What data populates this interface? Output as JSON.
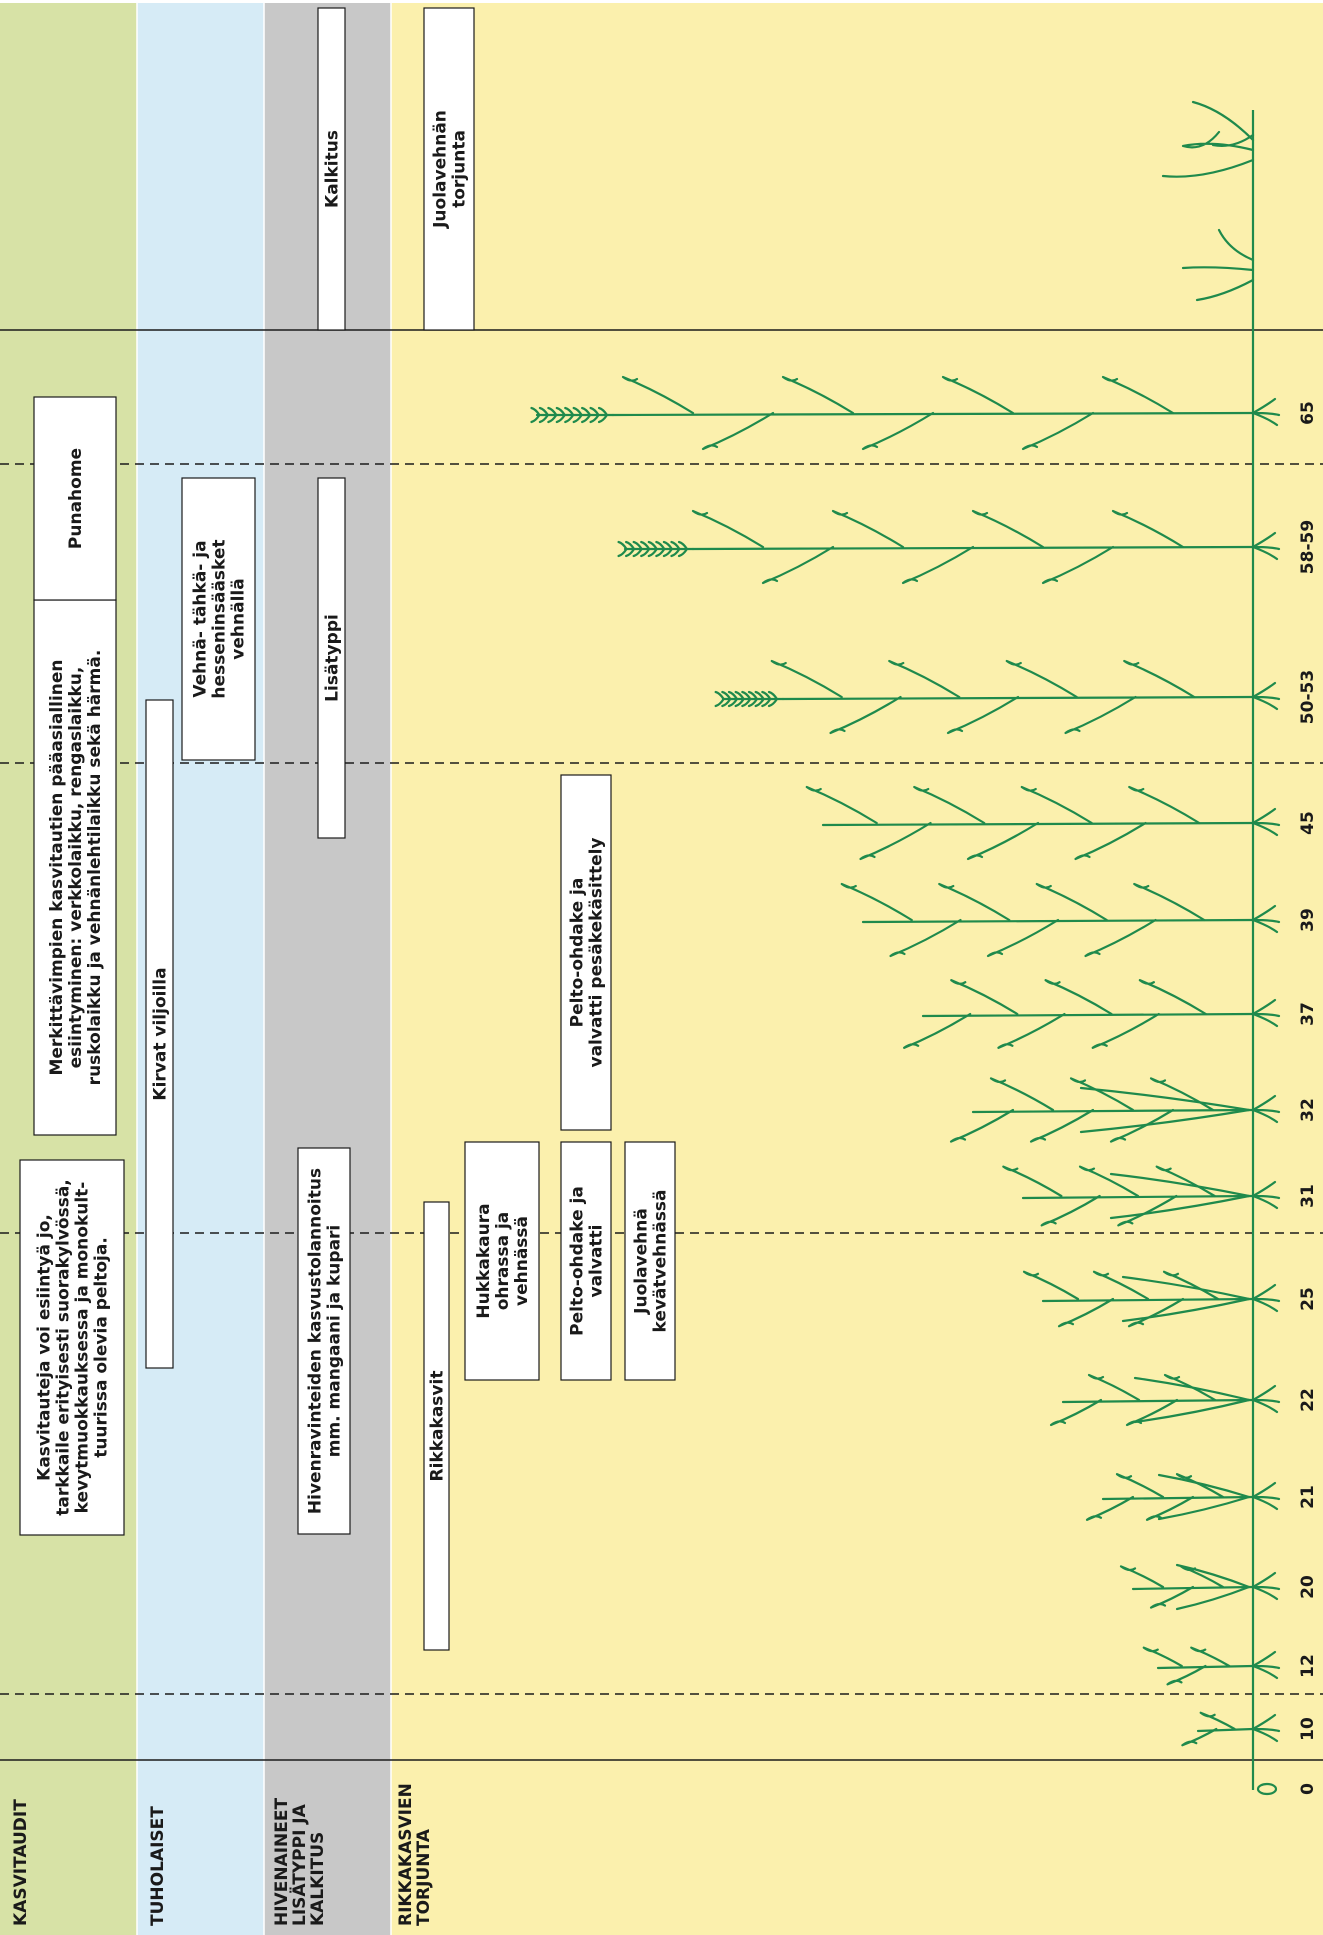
{
  "colors": {
    "kasvitaudit_band": "#d7e2a6",
    "tuholaiset_band": "#d6ebf6",
    "hivenaineet_band": "#c8c8c8",
    "rikkakasvien_band": "#fbf0ad",
    "plant": "#1f8a4c"
  },
  "bands": [
    {
      "id": "kasvitaudit",
      "label": "KASVITAUDIT"
    },
    {
      "id": "tuholaiset",
      "label": "TUHOLAISET"
    },
    {
      "id": "hivenaineet",
      "label": "HIVENAINEET LISÄTYPPI JA KALKITUS"
    },
    {
      "id": "rikkakasvien",
      "label": "RIKKAKASVIEN TORJUNTA"
    }
  ],
  "growth_stages": [
    "0",
    "10",
    "12",
    "20",
    "21",
    "22",
    "25",
    "31",
    "32",
    "37",
    "39",
    "45",
    "50-53",
    "58-59",
    "65"
  ],
  "annotations": {
    "kasvitaudit_1": "Kasvitauteja voi esiintyä jo, tarkkaile erityisesti suorakylvössä, kevytmuokkauksessa ja monokult-tuurissa olevia peltoja.",
    "kasvitaudit_2": "Merkittävimpien kasvitautien pääasiallinen esiintyminen: verkkolaikku, rengaslaikku, ruskolaikku ja vehnänlehtilaikku sekä härmä.",
    "kasvitaudit_3": "Punahome",
    "tuholaiset_1": "Kirvat viljoilla",
    "tuholaiset_2": "Vehnä- tähkä- ja hesseninsääsket vehnällä",
    "hivenaineet_1": "Hivenravinteiden kasvustolannoitus mm. mangaani ja kupari",
    "hivenaineet_2": "Lisätyppi",
    "hivenaineet_3": "Kalkitus",
    "rikka_1": "Rikkakasvit",
    "rikka_2": "Hukkakaura ohrassa ja vehnässä",
    "rikka_3": "Pelto-ohdake ja valvatti",
    "rikka_4": "Juolavehnä kevätvehnässä",
    "rikka_5": "Pelto-ohdake ja valvatti pesäkekäsittely",
    "rikka_6": "Juolavehnän torjunta"
  }
}
